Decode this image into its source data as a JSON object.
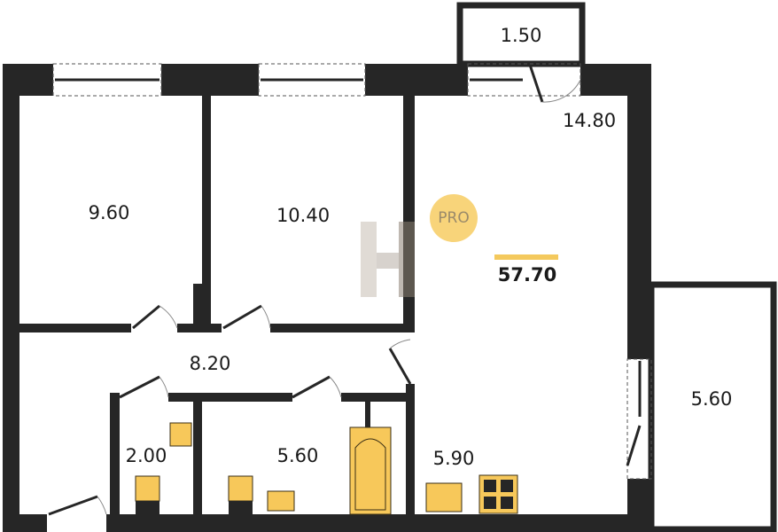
{
  "plan": {
    "total_area": "57.70",
    "badge": "PRO",
    "logo_letter": "H",
    "rooms": [
      {
        "id": "balcony-top",
        "area": "1.50"
      },
      {
        "id": "living-room",
        "area": "14.80"
      },
      {
        "id": "bedroom-1",
        "area": "9.60"
      },
      {
        "id": "bedroom-2",
        "area": "10.40"
      },
      {
        "id": "hallway",
        "area": "8.20"
      },
      {
        "id": "toilet",
        "area": "2.00"
      },
      {
        "id": "bathroom",
        "area": "5.60"
      },
      {
        "id": "kitchen",
        "area": "5.90"
      },
      {
        "id": "balcony-right",
        "area": "5.60"
      }
    ]
  },
  "colors": {
    "wall": "#262626",
    "accent": "#f8d47a",
    "fixture": "#f7c85a"
  }
}
